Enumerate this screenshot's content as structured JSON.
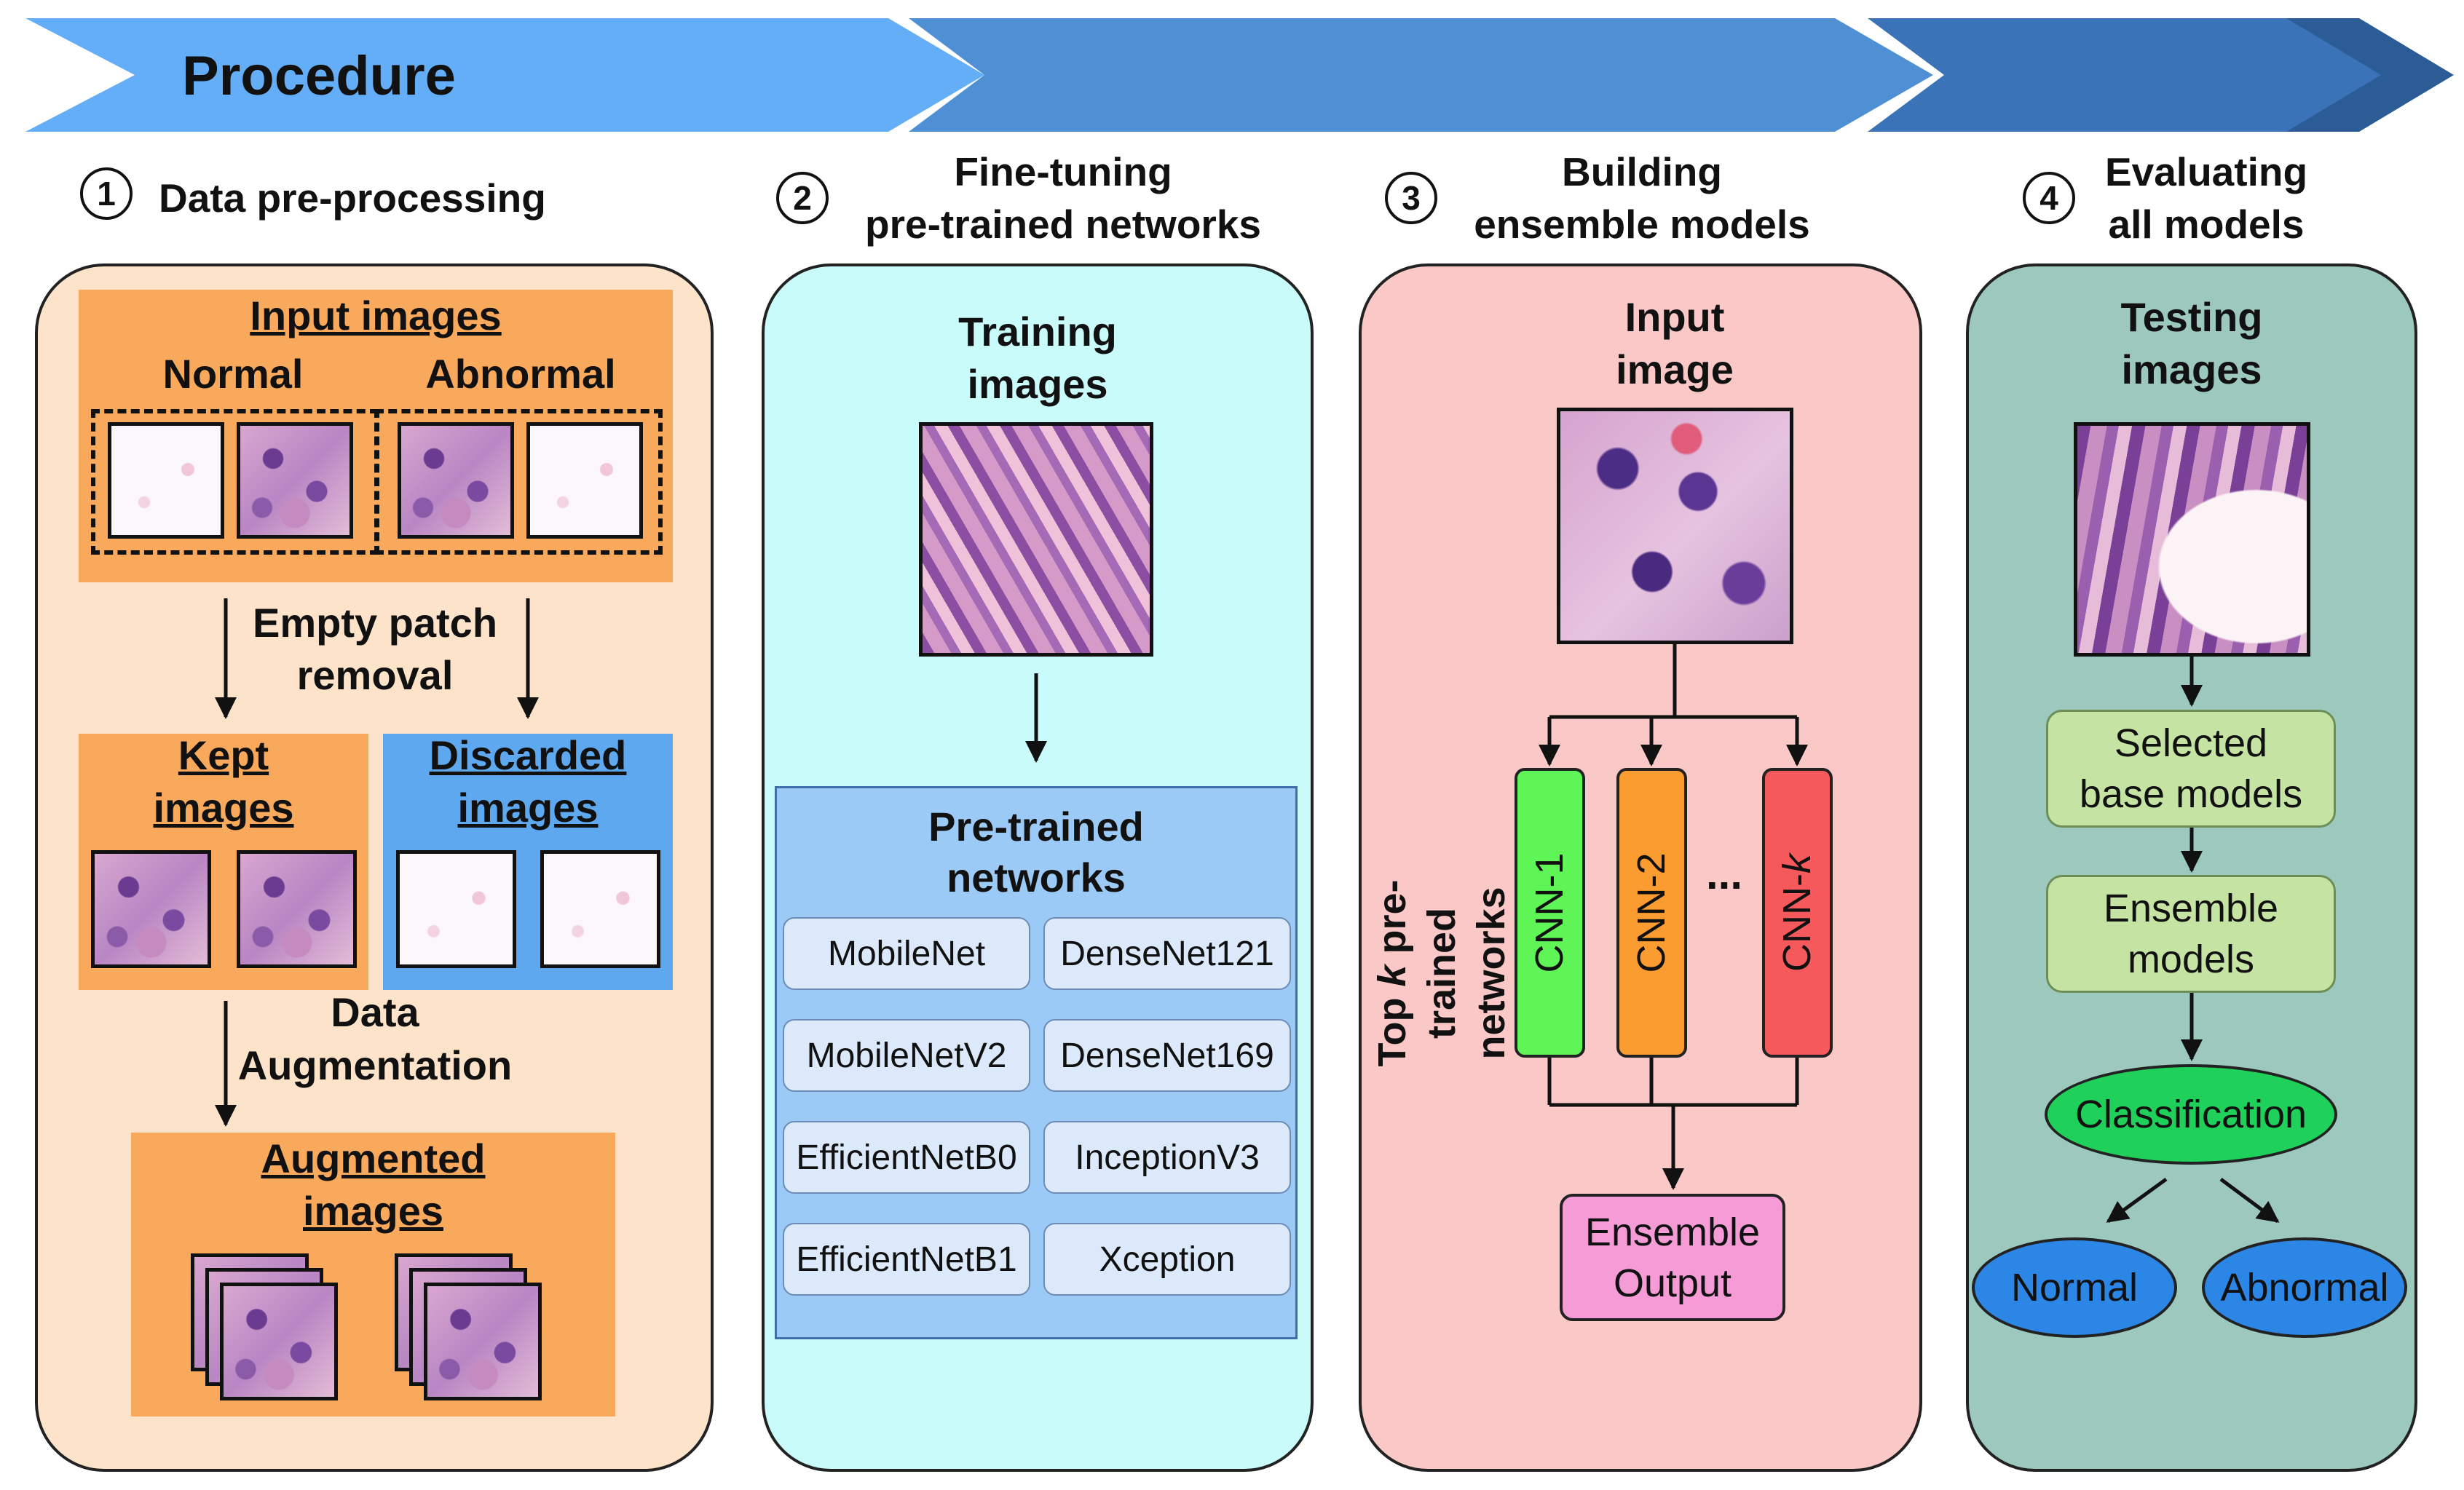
{
  "banner": {
    "title": "Procedure"
  },
  "steps": [
    {
      "num": "1",
      "title_lines": [
        "Data pre-processing"
      ]
    },
    {
      "num": "2",
      "title_lines": [
        "Fine-tuning",
        "pre-trained networks"
      ]
    },
    {
      "num": "3",
      "title_lines": [
        "Building",
        "ensemble models"
      ]
    },
    {
      "num": "4",
      "title_lines": [
        "Evaluating",
        "all models"
      ]
    }
  ],
  "panel1": {
    "input_images": "Input images",
    "normal": "Normal",
    "abnormal": "Abnormal",
    "empty_patch_removal": [
      "Empty patch",
      "removal"
    ],
    "kept": [
      "Kept",
      "images"
    ],
    "discarded": [
      "Discarded",
      "images"
    ],
    "data_augmentation": [
      "Data",
      "Augmentation"
    ],
    "augmented": [
      "Augmented",
      "images"
    ]
  },
  "panel2": {
    "training_images": [
      "Training",
      "images"
    ],
    "pretrained_title": [
      "Pre-trained",
      "networks"
    ],
    "networks": [
      "MobileNet",
      "DenseNet121",
      "MobileNetV2",
      "DenseNet169",
      "EfficientNetB0",
      "InceptionV3",
      "EfficientNetB1",
      "Xception"
    ]
  },
  "panel3": {
    "input_image": [
      "Input",
      "image"
    ],
    "top_k_label": [
      "Top ",
      "k",
      " pre-trained",
      "networks"
    ],
    "cnns": [
      "CNN-1",
      "CNN-2",
      "CNN-"
    ],
    "cnn_k_italic": "k",
    "ellipsis": "...",
    "ensemble_output": [
      "Ensemble",
      "Output"
    ]
  },
  "panel4": {
    "testing_images": [
      "Testing",
      "images"
    ],
    "selected_base_models": [
      "Selected",
      "base models"
    ],
    "ensemble_models": [
      "Ensemble",
      "models"
    ],
    "classification": "Classification",
    "normal": "Normal",
    "abnormal": "Abnormal"
  },
  "colors": {
    "banner1": "#64adf7",
    "banner2": "#4f90d4",
    "banner3": "#3b73b8",
    "banner4": "#2b5c96",
    "panel1": "#fde3c9",
    "panel2": "#c9fbfb",
    "panel3": "#fbc8c8",
    "panel4": "#9cc8bd",
    "orange": "#f9a95c",
    "blue_box": "#5ea8ef",
    "pretrained_box": "#9ccaf6",
    "cnn1": "#5ff556",
    "cnn2": "#fa9c2f",
    "cnnk": "#f5595b",
    "ensemble_output": "#f59bd6",
    "classification": "#1fd15a",
    "leaf": "#2c86e6"
  }
}
